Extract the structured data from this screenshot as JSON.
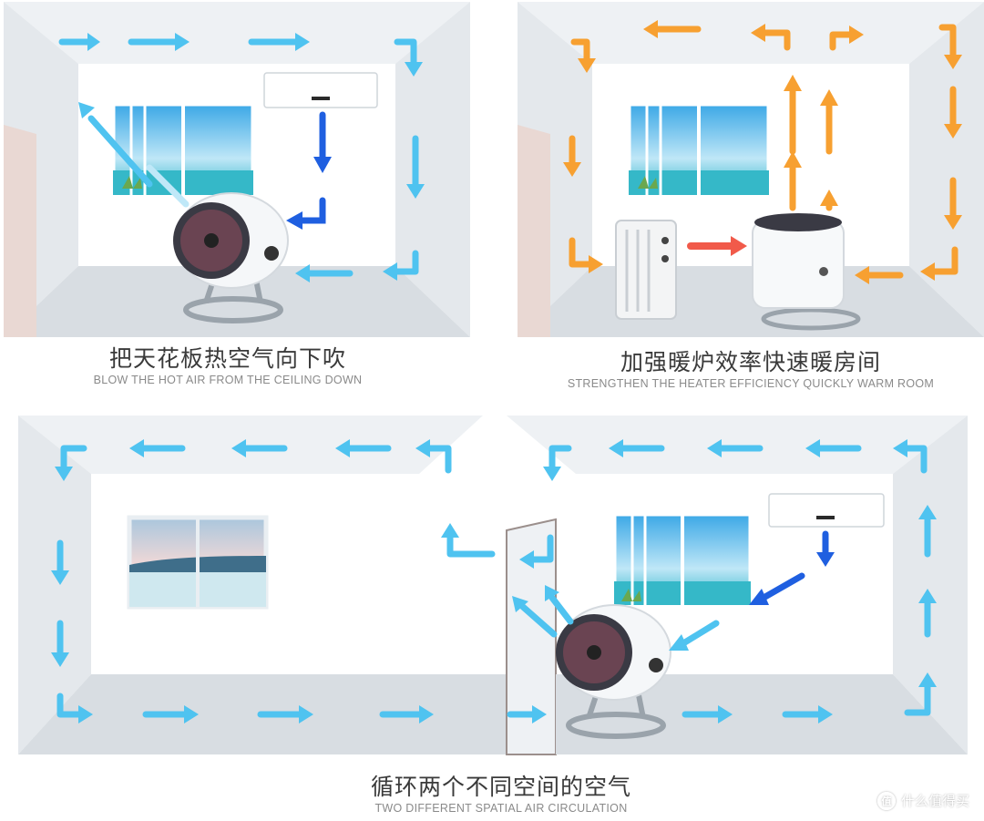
{
  "panels": [
    {
      "caption_cn": "把天花板热空气向下吹",
      "caption_en": "BLOW THE HOT AIR FROM THE CEILING DOWN"
    },
    {
      "caption_cn": "加强暖炉效率快速暖房间",
      "caption_en": "STRENGTHEN THE HEATER EFFICIENCY QUICKLY WARM ROOM"
    }
  ],
  "bottom": {
    "caption_cn": "循环两个不同空间的空气",
    "caption_en": "TWO DIFFERENT SPATIAL AIR CIRCULATION"
  },
  "watermark": {
    "symbol": "值",
    "text": "什么值得买"
  },
  "colors": {
    "cool_arrow": "#4fc3f0",
    "ac_arrow": "#1f5fe0",
    "warm_arrow": "#f7a031",
    "heater_arrow": "#f15a4a",
    "room_wall": "#e9edf1",
    "room_back": "#ffffff",
    "floor": "#d9dee3"
  }
}
